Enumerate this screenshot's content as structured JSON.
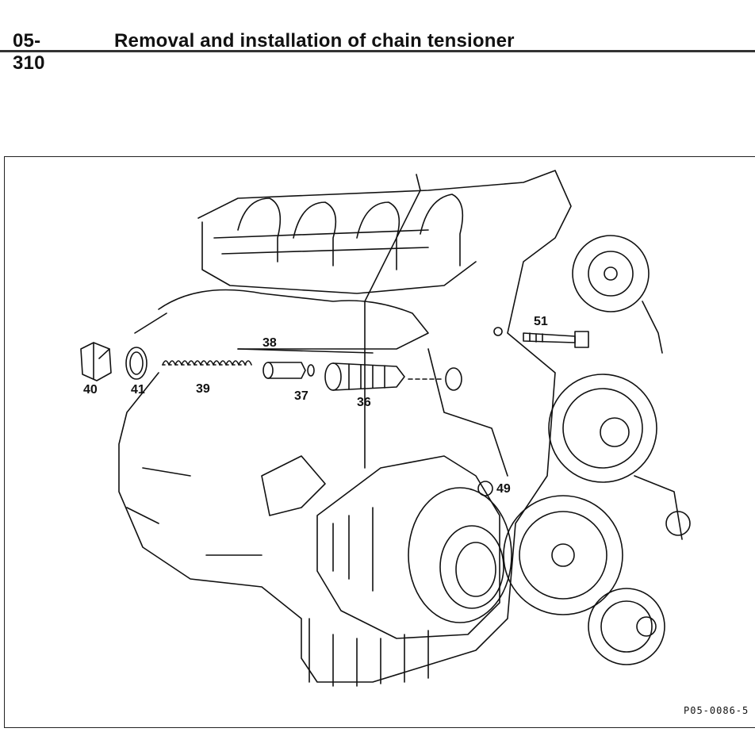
{
  "header": {
    "section": "05-310",
    "title": "Removal and installation  of chain tensioner"
  },
  "figure": {
    "callouts": {
      "c40": "40",
      "c41": "41",
      "c39": "39",
      "c38": "38",
      "c37": "37",
      "c36": "36",
      "c51": "51",
      "c49": "49"
    },
    "code": "P05-0086-5"
  }
}
